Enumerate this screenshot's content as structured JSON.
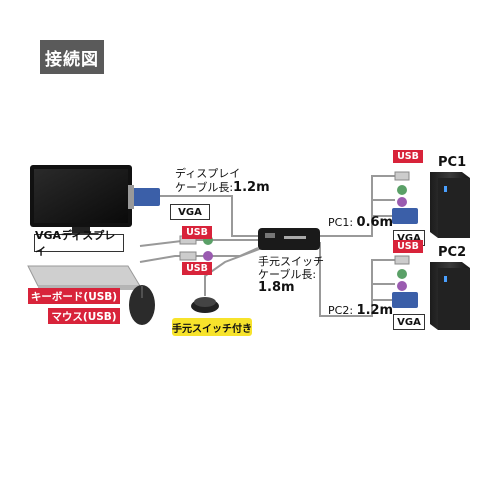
{
  "header": {
    "title": "接続図"
  },
  "display": {
    "label": "VGAディスプレイ",
    "cable_text": "ディスプレイ",
    "cable_len_text": "ケーブル長:",
    "cable_len": "1.2m",
    "connector": "VGA"
  },
  "keyboard": {
    "label": "キーボード(USB)",
    "connector": "USB"
  },
  "mouse": {
    "label": "マウス(USB)",
    "connector": "USB"
  },
  "switch": {
    "label": "手元スイッチ付き",
    "cable_text": "手元スイッチ",
    "cable_len_text": "ケーブル長:",
    "cable_len": "1.8m"
  },
  "pc1": {
    "name": "PC1",
    "cable_label": "PC1:",
    "cable_len": "0.6m",
    "usb": "USB",
    "vga": "VGA"
  },
  "pc2": {
    "name": "PC2",
    "cable_label": "PC2:",
    "cable_len": "1.2m",
    "usb": "USB",
    "vga": "VGA"
  },
  "colors": {
    "accent_red": "#d8233a",
    "header_bg": "#5a5a5a",
    "switch_yellow": "#f7e32b"
  }
}
